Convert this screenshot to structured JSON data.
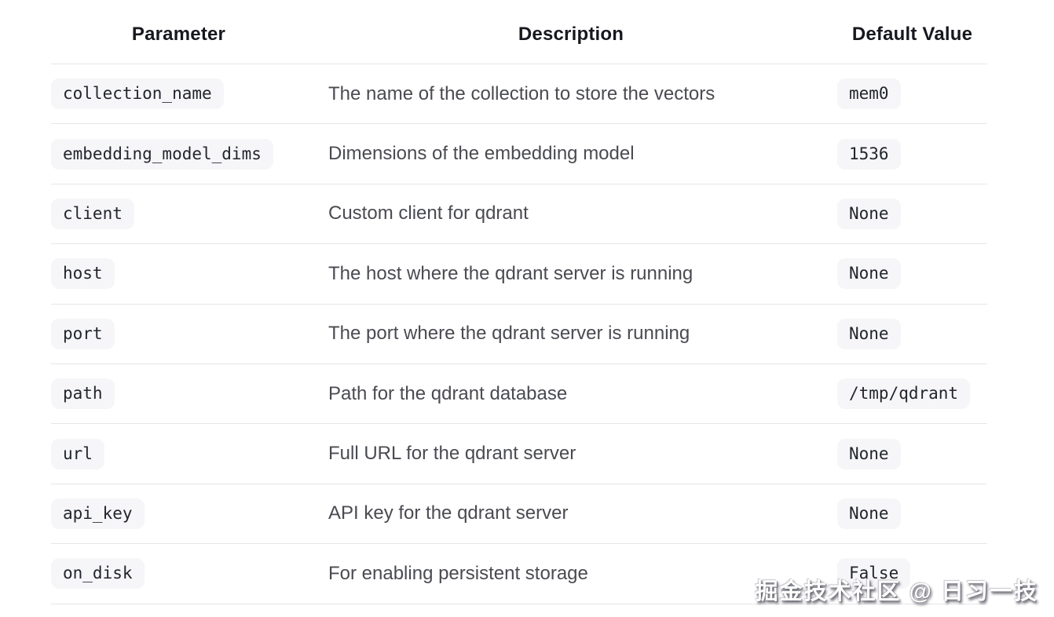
{
  "table": {
    "columns": [
      "Parameter",
      "Description",
      "Default Value"
    ],
    "rows": [
      {
        "parameter": "collection_name",
        "description": "The name of the collection to store the vectors",
        "default": "mem0"
      },
      {
        "parameter": "embedding_model_dims",
        "description": "Dimensions of the embedding model",
        "default": "1536"
      },
      {
        "parameter": "client",
        "description": "Custom client for qdrant",
        "default": "None"
      },
      {
        "parameter": "host",
        "description": "The host where the qdrant server is running",
        "default": "None"
      },
      {
        "parameter": "port",
        "description": "The port where the qdrant server is running",
        "default": "None"
      },
      {
        "parameter": "path",
        "description": "Path for the qdrant database",
        "default": "/tmp/qdrant"
      },
      {
        "parameter": "url",
        "description": "Full URL for the qdrant server",
        "default": "None"
      },
      {
        "parameter": "api_key",
        "description": "API key for the qdrant server",
        "default": "None"
      },
      {
        "parameter": "on_disk",
        "description": "For enabling persistent storage",
        "default": "False"
      }
    ]
  },
  "watermark": {
    "text": "掘金技术社区 @ 日习一技"
  },
  "colors": {
    "chip_background": "#f6f6f8",
    "divider": "#e6e6e9",
    "header_text": "#17181d",
    "description_text": "#4a4b51",
    "code_text": "#22252c"
  }
}
